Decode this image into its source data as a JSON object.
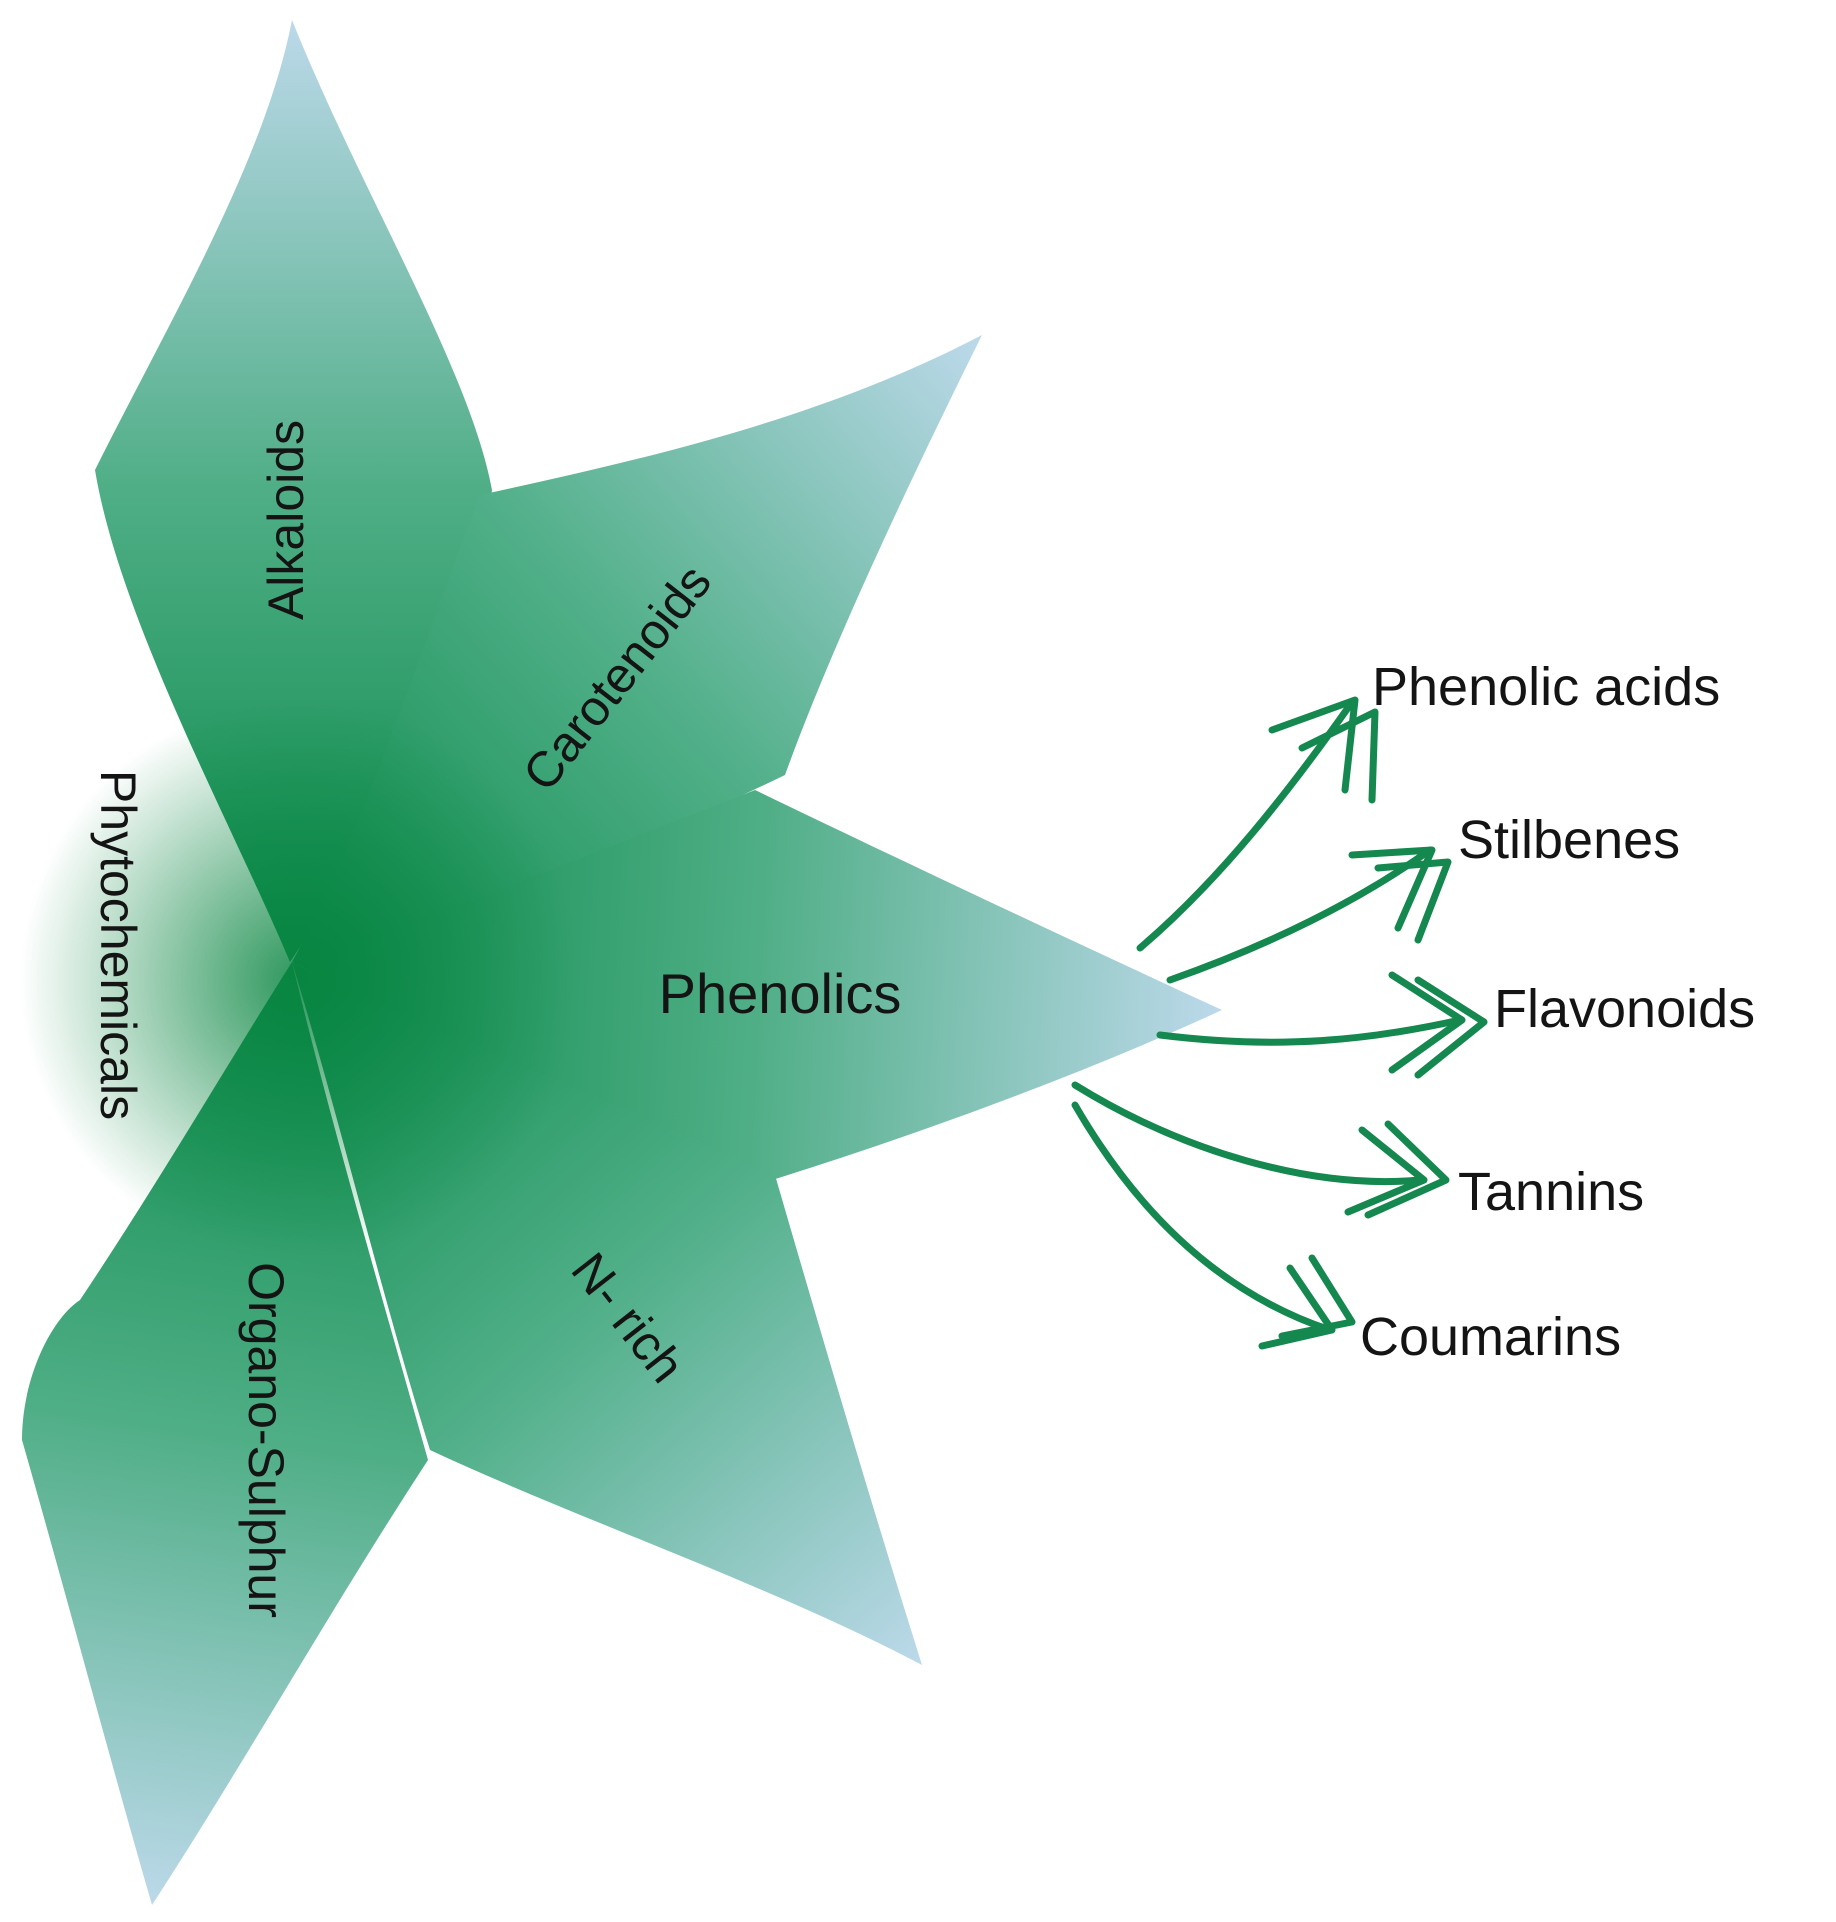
{
  "diagram": {
    "center_label": "Phytochemicals",
    "petals": [
      {
        "id": "alkaloids",
        "label": "Alkaloids"
      },
      {
        "id": "carotenoids",
        "label": "Carotenoids"
      },
      {
        "id": "phenolics",
        "label": "Phenolics"
      },
      {
        "id": "n-rich",
        "label": "N- rich"
      },
      {
        "id": "organo-sulphur",
        "label": "Organo-Sulphur"
      }
    ],
    "subclasses": [
      {
        "id": "phenolic-acids",
        "label": "Phenolic acids"
      },
      {
        "id": "stilbenes",
        "label": "Stilbenes"
      },
      {
        "id": "flavonoids",
        "label": "Flavonoids"
      },
      {
        "id": "tannins",
        "label": "Tannins"
      },
      {
        "id": "coumarins",
        "label": "Coumarins"
      }
    ],
    "colors": {
      "petal_dark": "#0b8a4a",
      "petal_mid": "#4fae86",
      "petal_light": "#bcd9ea",
      "arrow": "#14884f",
      "text": "#141414"
    }
  }
}
